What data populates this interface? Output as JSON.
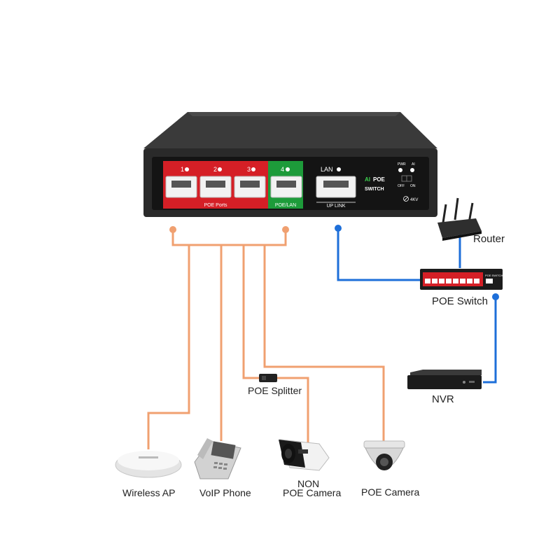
{
  "switch": {
    "port_numbers": [
      "1",
      "2",
      "3",
      "4"
    ],
    "lan_label": "LAN",
    "poe_ports_label": "POE Ports",
    "poe_lan_label": "POE/LAN",
    "uplink_label": "UP LINK",
    "brand_ai": "AI",
    "brand_poe": "POE",
    "brand_switch": "SWITCH",
    "pwr_label": "PWR",
    "ai_label": "AI",
    "off_label": "OFF",
    "on_label": "ON",
    "kv_label": "4KV"
  },
  "small_switch": {
    "caption": "POE SWITCH"
  },
  "labels": {
    "router": "Router",
    "poe_switch": "POE Switch",
    "nvr": "NVR",
    "poe_splitter": "POE Splitter",
    "wireless_ap": "Wireless AP",
    "voip_phone": "VoIP Phone",
    "non": "NON",
    "non_poe_camera": "POE Camera",
    "poe_camera": "POE Camera"
  },
  "colors": {
    "poe_line": "#f0a070",
    "uplink_line": "#1e6fd9",
    "poe_ports_panel": "#d51f26",
    "poe_lan_panel": "#1d9b3a",
    "switch_body": "#2a2a2a"
  }
}
